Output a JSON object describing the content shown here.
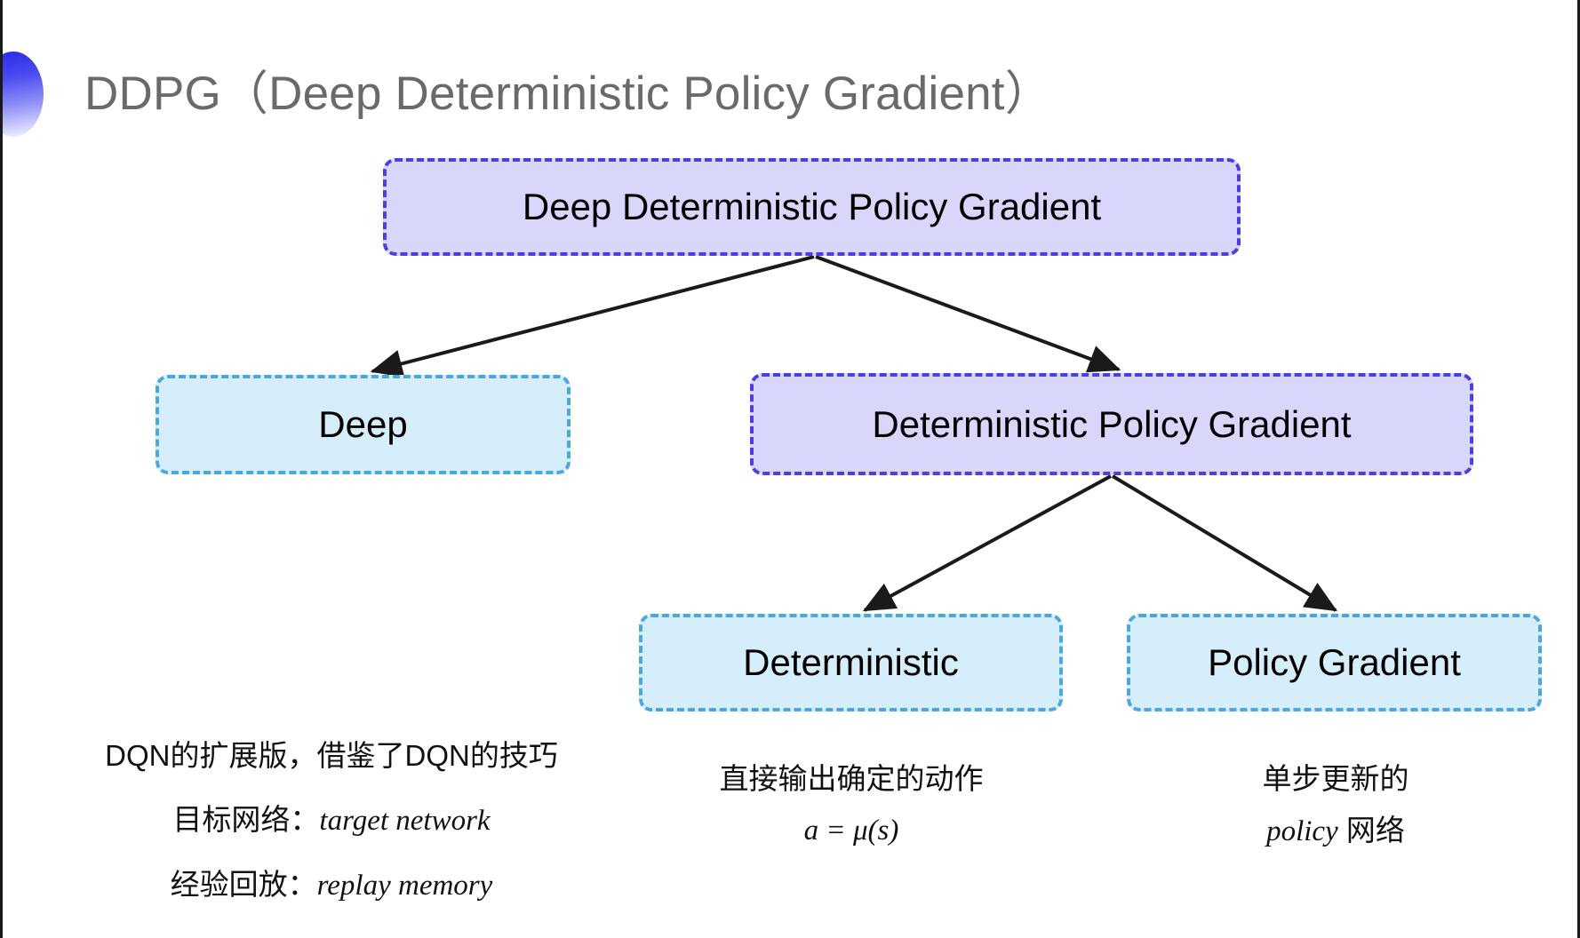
{
  "slide": {
    "title": "DDPG（Deep Deterministic Policy Gradient）",
    "background_color": "#ffffff",
    "bullet_icon": "gradient-ellipse-bullet-icon"
  },
  "colors": {
    "purple_fill": "#d9d6fb",
    "purple_border": "#4b3fe0",
    "cyan_fill": "#d6eefb",
    "cyan_border": "#4aa8de",
    "title_text": "#6a6a6a",
    "body_text": "#111111",
    "arrow": "#1a1a1a"
  },
  "diagram": {
    "nodes": {
      "root": {
        "label": "Deep Deterministic Policy Gradient",
        "style": "purple"
      },
      "deep": {
        "label": "Deep",
        "style": "cyan"
      },
      "dpg": {
        "label": "Deterministic Policy Gradient",
        "style": "purple"
      },
      "deterministic": {
        "label": "Deterministic",
        "style": "cyan"
      },
      "policy_gradient": {
        "label": "Policy Gradient",
        "style": "cyan"
      }
    },
    "edges": [
      {
        "from": "root",
        "to": "deep"
      },
      {
        "from": "root",
        "to": "dpg"
      },
      {
        "from": "dpg",
        "to": "deterministic"
      },
      {
        "from": "dpg",
        "to": "policy_gradient"
      }
    ]
  },
  "captions": {
    "deep": {
      "line1": "DQN的扩展版，借鉴了DQN的技巧",
      "line2_label": "目标网络：",
      "line2_term": "target network",
      "line3_label": "经验回放：",
      "line3_term": "replay memory"
    },
    "deterministic": {
      "line1": "直接输出确定的动作",
      "formula": "a = μ(s)"
    },
    "policy_gradient": {
      "line1": "单步更新的",
      "line2_term": "policy",
      "line2_suffix": " 网络"
    }
  }
}
